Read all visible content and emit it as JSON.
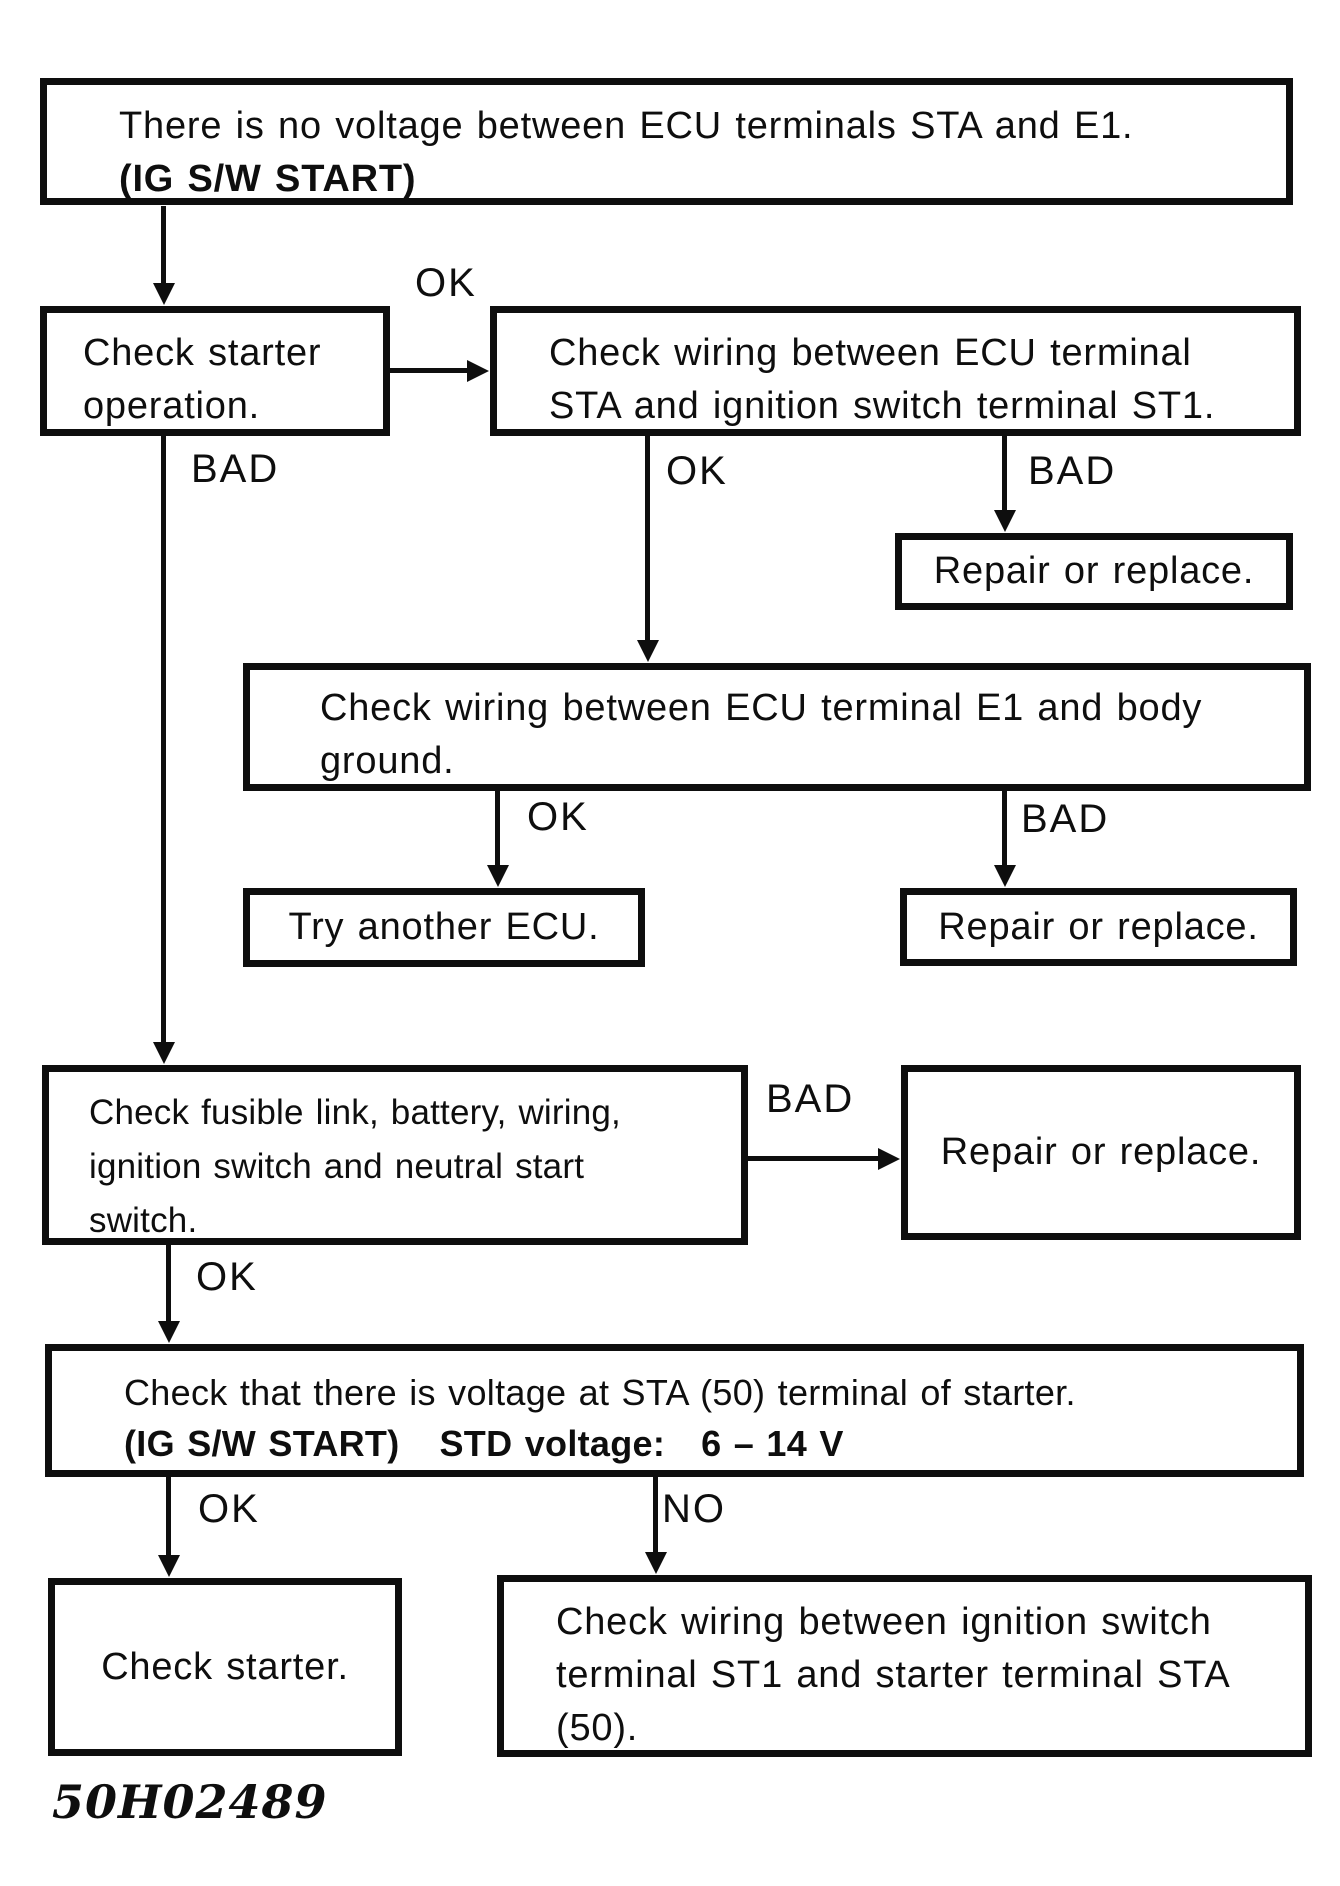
{
  "figure_number": "50H02489",
  "colors": {
    "ink": "#0e0e0e",
    "paper": "#ffffff"
  },
  "boxes": {
    "problem": {
      "line1": "There is no voltage between ECU terminals STA and E1.",
      "line2": "(IG S/W START)"
    },
    "check_starter_operation": {
      "line1": "Check starter",
      "line2": "operation."
    },
    "check_wiring_sta_st1": {
      "line1": "Check wiring between ECU terminal",
      "line2": "STA and ignition switch terminal ST1."
    },
    "repair_or_replace_1": {
      "line1": "Repair or replace."
    },
    "check_wiring_e1_ground": {
      "line1": "Check wiring between ECU terminal E1 and body",
      "line2": "ground."
    },
    "try_another_ecu": {
      "line1": "Try another ECU."
    },
    "repair_or_replace_2": {
      "line1": "Repair or replace."
    },
    "check_fusible_link": {
      "line1": "Check fusible link, battery, wiring,",
      "line2": "ignition switch and neutral start",
      "line3": "switch."
    },
    "repair_or_replace_3": {
      "line1": "Repair or replace."
    },
    "check_voltage_sta": {
      "line1": "Check that there is voltage at STA (50) terminal of starter.",
      "line2a": "(IG S/W START)",
      "line2b": "STD voltage:",
      "line2c": "6 – 14 V"
    },
    "check_starter": {
      "line1": "Check starter."
    },
    "check_wiring_st1_sta": {
      "line1": "Check wiring between ignition switch",
      "line2": "terminal ST1 and starter terminal STA",
      "line3": "(50)."
    }
  },
  "labels": {
    "ok_starter_operation": "OK",
    "bad_starter_operation": "BAD",
    "ok_wiring_sta_st1": "OK",
    "bad_wiring_sta_st1": "BAD",
    "ok_wiring_e1_ground": "OK",
    "bad_wiring_e1_ground": "BAD",
    "bad_fusible_link": "BAD",
    "ok_fusible_link": "OK",
    "ok_voltage_sta": "OK",
    "no_voltage_sta": "NO"
  }
}
